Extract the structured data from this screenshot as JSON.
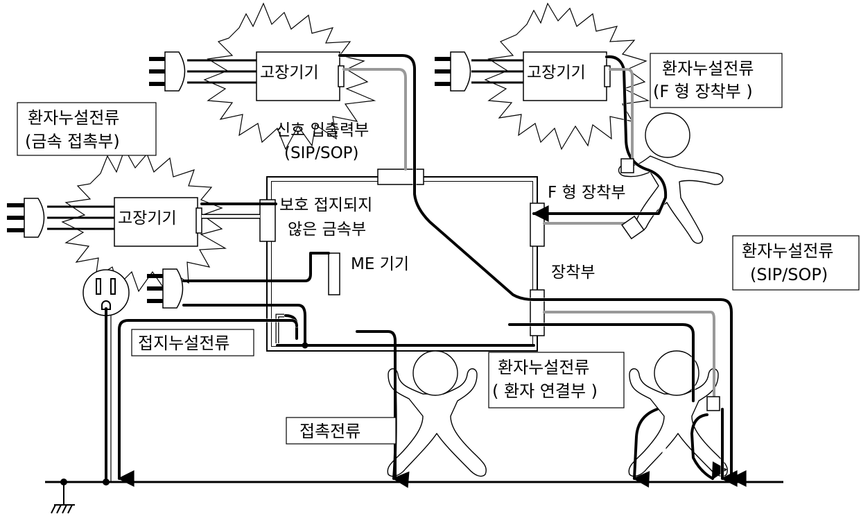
{
  "labels": {
    "faulty_device": "고장기기",
    "patient_leak_metal": [
      "환자누설전류",
      "(금속 접촉부)"
    ],
    "patient_leak_f": [
      "환자누설전류",
      "(F 형 장착부 )"
    ],
    "patient_leak_sip": [
      "환자누설전류",
      "(SIP/SOP)"
    ],
    "patient_leak_conn": [
      "환자누설전류",
      "( 환자 연결부 )"
    ],
    "signal_io": [
      "신호 입출력부",
      "(SIP/SOP)"
    ],
    "unearthed_metal": [
      "보호 접지되지",
      "않은 금속부"
    ],
    "me_device": "ME 기기",
    "f_applied": "F 형 장착부",
    "applied_part": "장착부",
    "earth_leak": "접지누설전류",
    "touch_current": "접촉전류"
  },
  "colors": {
    "line": "#000000",
    "gray": "#999999",
    "background": "#ffffff"
  }
}
